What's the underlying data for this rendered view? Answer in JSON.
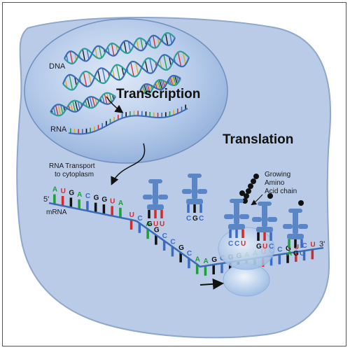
{
  "labels": {
    "dna": "DNA",
    "rna": "RNA",
    "transcription": "Transcription",
    "translation": "Translation",
    "rna_transport_line1": "RNA Transport",
    "rna_transport_line2": "to cytoplasm",
    "five_prime": "5'",
    "three_prime": "3'",
    "mrna": "mRNA",
    "growing_line1": "Growing",
    "growing_line2": "Amino",
    "growing_line3": "Acid chain"
  },
  "mrna_upper_bases": [
    "A",
    "U",
    "G",
    "A",
    "C",
    "G",
    "G",
    "U",
    "A"
  ],
  "mrna_lower_bases": [
    "U",
    "C",
    "A",
    "G",
    "C",
    "C",
    "G",
    "C",
    "A",
    "A",
    "G",
    "C",
    "G",
    "G",
    "A",
    "A",
    "U",
    "C",
    "C",
    "G",
    "U",
    "C",
    "U"
  ],
  "trna_anticodons": [
    {
      "bases": [
        "G",
        "U",
        "U"
      ]
    },
    {
      "bases": [
        "C",
        "G",
        "C"
      ]
    },
    {
      "bases": [
        "C",
        "C",
        "U"
      ]
    },
    {
      "bases": [
        "G",
        "U",
        "C"
      ]
    },
    {
      "bases": [
        "A",
        "G",
        "C"
      ]
    }
  ],
  "colors": {
    "cell": "#b9cbe6",
    "cell_stroke": "#8ea7cc",
    "nucleus": "#a8c0e6",
    "nucleus_stroke": "#6f8fbf",
    "dna_teal": "#2f9e9a",
    "dna_blue": "#3a6cb5",
    "trna": "#5b86c5",
    "ribosome": "#c6daf2",
    "A": "#1e9e3a",
    "U": "#d32b2b",
    "G": "#111111",
    "C": "#3a6cc5"
  }
}
